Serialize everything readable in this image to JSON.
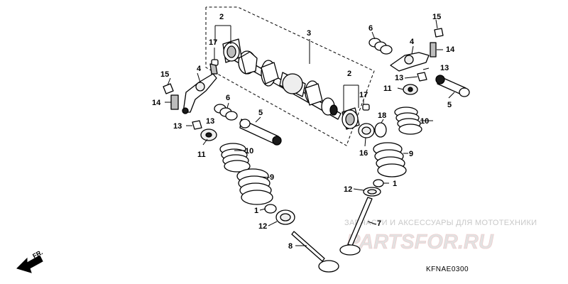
{
  "callouts": {
    "c1_left": "1",
    "c1_right": "1",
    "c2_top": "2",
    "c2_mid": "2",
    "c3": "3",
    "c4_left": "4",
    "c4_right": "4",
    "c5_left": "5",
    "c5_right": "5",
    "c6_left": "6",
    "c6_right": "6",
    "c7": "7",
    "c8": "8",
    "c9_left": "9",
    "c9_right": "9",
    "c10_left": "10",
    "c10_right": "10",
    "c11_left": "11",
    "c11_right": "11",
    "c12_left": "12",
    "c12_right": "12",
    "c13_a": "13",
    "c13_b": "13",
    "c13_c": "13",
    "c13_d": "13",
    "c14_left": "14",
    "c14_right": "14",
    "c15_left": "15",
    "c15_right": "15",
    "c16": "16",
    "c17_top": "17",
    "c17_mid": "17",
    "c18": "18"
  },
  "watermark": {
    "text": "ЗАПЧАСТИ И АКСЕССУАРЫ ДЛЯ МОТОТЕХНИКИ",
    "logo": "PARTSFOR.RU"
  },
  "diagram_code": "KFNAE0300",
  "front_label": "FR."
}
